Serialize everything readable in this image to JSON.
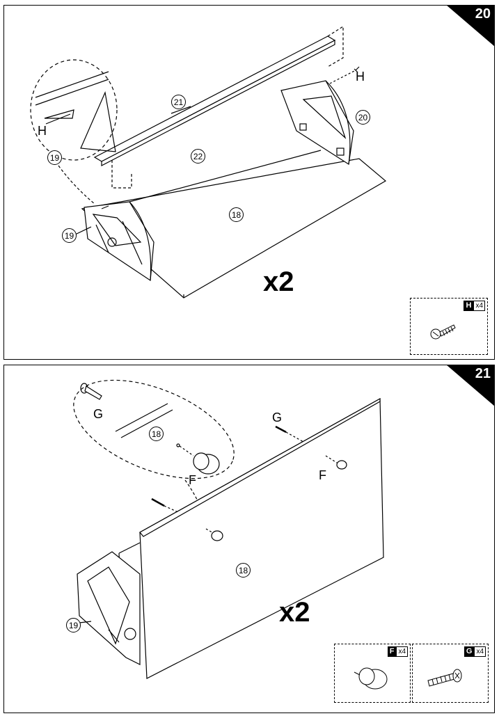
{
  "step20": {
    "step_number": "20",
    "multiplier": "x2",
    "labels": {
      "h_top": "H",
      "h_left": "H"
    },
    "parts": {
      "p21": "21",
      "p22": "22",
      "p20": "20",
      "p19a": "19",
      "p19b": "19",
      "p18": "18"
    },
    "hardware": [
      {
        "letter": "H",
        "qty": "x4"
      }
    ]
  },
  "step21": {
    "step_number": "21",
    "multiplier": "x2",
    "labels": {
      "g_top": "G",
      "g_left": "G",
      "f_left": "F",
      "f_right": "F"
    },
    "parts": {
      "p18a": "18",
      "p18b": "18",
      "p19": "19"
    },
    "hardware": [
      {
        "letter": "F",
        "qty": "x4"
      },
      {
        "letter": "G",
        "qty": "x4"
      }
    ]
  }
}
